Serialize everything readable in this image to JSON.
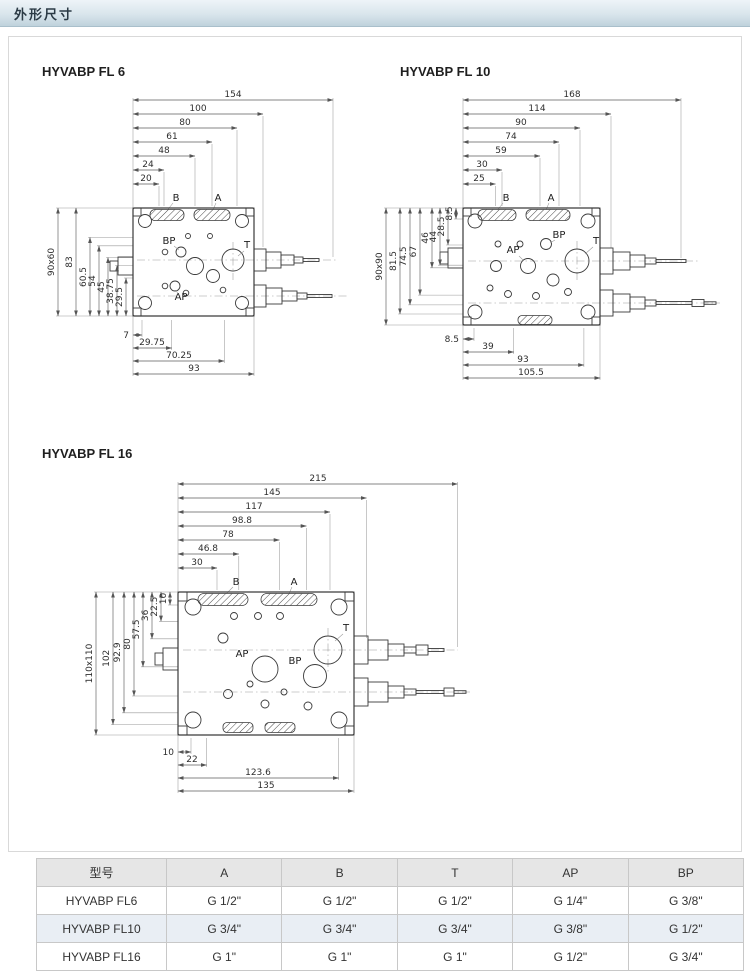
{
  "page": {
    "header": "外形尺寸"
  },
  "drawings": {
    "fl6": {
      "title": "HYVABP FL 6",
      "top_dims": [
        "154",
        "100",
        "80",
        "61",
        "48",
        "24",
        "20"
      ],
      "left_dims": [
        "90x60",
        "83",
        "60.5",
        "54",
        "45",
        "38.75",
        "29.5"
      ],
      "bottom_dims": [
        "7",
        "29.75",
        "70.25",
        "93"
      ],
      "ports": [
        "B",
        "A",
        "BP",
        "T",
        "AP"
      ]
    },
    "fl10": {
      "title": "HYVABP FL 10",
      "top_dims": [
        "168",
        "114",
        "90",
        "74",
        "59",
        "30",
        "25"
      ],
      "left_dims": [
        "90x90",
        "81.5",
        "74.5",
        "67",
        "46",
        "44",
        "28.5",
        "8.5"
      ],
      "bottom_dims": [
        "8.5",
        "39",
        "93",
        "105.5"
      ],
      "ports": [
        "B",
        "A",
        "BP",
        "T",
        "AP"
      ]
    },
    "fl16": {
      "title": "HYVABP FL 16",
      "top_dims": [
        "215",
        "145",
        "117",
        "98.8",
        "78",
        "46.8",
        "30"
      ],
      "left_dims": [
        "110x110",
        "102",
        "92.9",
        "80",
        "57.5",
        "36",
        "22.5",
        "10"
      ],
      "bottom_dims": [
        "10",
        "22",
        "123.6",
        "135"
      ],
      "ports": [
        "B",
        "A",
        "BP",
        "T",
        "AP"
      ]
    }
  },
  "table": {
    "headers": [
      "型号",
      "A",
      "B",
      "T",
      "AP",
      "BP"
    ],
    "rows": [
      [
        "HYVABP FL6",
        "G 1/2\"",
        "G 1/2\"",
        "G 1/2\"",
        "G 1/4\"",
        "G 3/8\""
      ],
      [
        "HYVABP FL10",
        "G 3/4\"",
        "G 3/4\"",
        "G 3/4\"",
        "G 3/8\"",
        "G 1/2\""
      ],
      [
        "HYVABP FL16",
        "G 1\"",
        "G 1\"",
        "G 1\"",
        "G 1/2\"",
        "G 3/4\""
      ]
    ]
  }
}
